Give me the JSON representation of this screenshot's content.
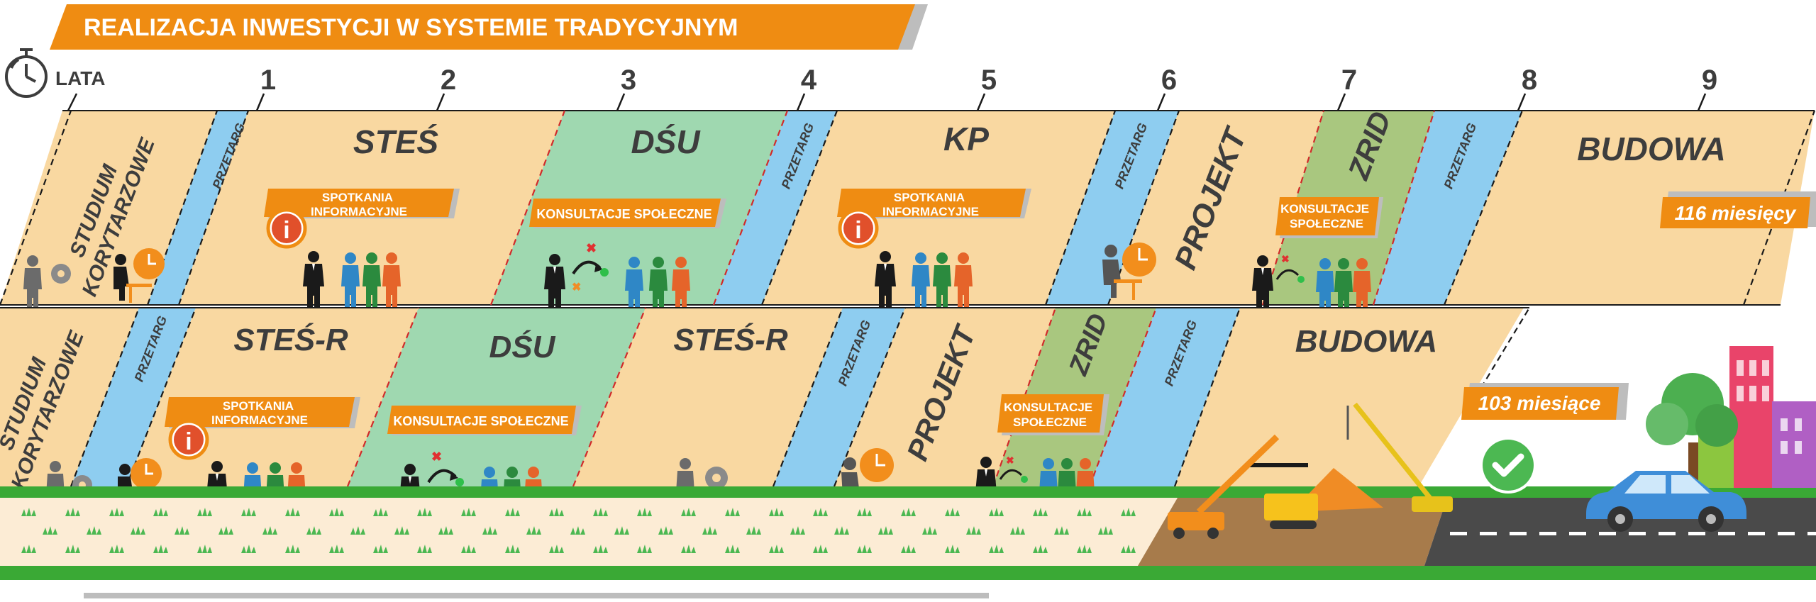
{
  "title": "REALIZACJA INWESTYCJI W SYSTEMIE TRADYCYJNYM",
  "timeline": {
    "axis_label": "LATA",
    "years": [
      "1",
      "2",
      "3",
      "4",
      "5",
      "6",
      "7",
      "8",
      "9"
    ]
  },
  "row1": {
    "phases": {
      "studium": [
        "STUDIUM",
        "KORYTARZOWE"
      ],
      "przetarg": "PRZETARG",
      "stes": "STEŚ",
      "dsu": "DŚU",
      "kp": "KP",
      "projekt": "PROJEKT",
      "zrid": "ZRID",
      "budowa": "BUDOWA"
    },
    "events": {
      "meeting_1": [
        "SPOTKANIA",
        "INFORMACYJNE"
      ],
      "consultation_1": "KONSULTACJE SPOŁECZNE",
      "meeting_2": [
        "SPOTKANIA",
        "INFORMACYJNE"
      ],
      "consultation_2": [
        "KONSULTACJE",
        "SPOŁECZNE"
      ]
    },
    "duration": "116 miesięcy"
  },
  "row2": {
    "phases": {
      "studium": [
        "STUDIUM",
        "KORYTARZOWE"
      ],
      "przetarg": "PRZETARG",
      "stes_r": "STEŚ-R",
      "dsu": "DŚU",
      "projekt": "PROJEKT",
      "zrid": "ZRID",
      "budowa": "BUDOWA"
    },
    "events": {
      "meeting_1": [
        "SPOTKANIA",
        "INFORMACYJNE"
      ],
      "consultation_1": "KONSULTACJE SPOŁECZNE",
      "consultation_2": [
        "KONSULTACJE",
        "SPOŁECZNE"
      ]
    },
    "duration": "103 miesiące"
  },
  "colors": {
    "orange": "#ef8c12",
    "peach": "#f9d8a1",
    "blue": "#8ecdf0",
    "mint": "#9fd8b0",
    "olive": "#a9c77f",
    "green": "#3aa935",
    "gray_text": "#3d3d3d",
    "road": "#4a4a4a",
    "soil": "#a77b4b"
  }
}
